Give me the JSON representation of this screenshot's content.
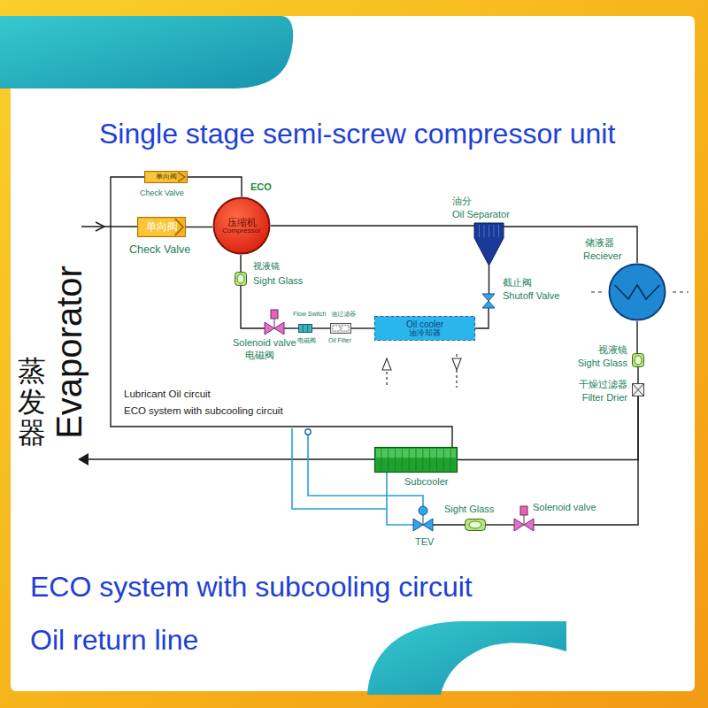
{
  "diagram": {
    "title": "Single stage semi-screw compressor unit",
    "nodes": [
      {
        "text": [
          "单向阀",
          "Check Valve"
        ]
      },
      {
        "text": [
          "单向阀",
          "Check Valve"
        ]
      },
      {
        "text": [
          "ECO",
          "压缩机",
          "Compressor"
        ]
      },
      {
        "text": [
          "视液镜",
          "Sight Glass"
        ]
      },
      {
        "text": [
          "Solenoid valve",
          "电磁阀"
        ]
      },
      {
        "text": [
          "Flow Switch",
          "电磁阀"
        ]
      },
      {
        "text": [
          "油过滤器",
          "Oil Filter"
        ]
      },
      {
        "text": [
          "Oil cooler",
          "油冷却器"
        ]
      },
      {
        "text": [
          "油分",
          "Oil Separator"
        ]
      },
      {
        "text": [
          "截止阀",
          "Shutoff Valve"
        ]
      },
      {
        "text": [
          "储液器",
          "Reciever"
        ]
      },
      {
        "text": [
          "视液镜",
          "Sight Glass"
        ]
      },
      {
        "text": [
          "干燥过滤器",
          "Filter Drier"
        ]
      },
      {
        "text": [
          "Subcooler"
        ]
      },
      {
        "text": [
          "TEV"
        ]
      },
      {
        "text": [
          "Sight Glass"
        ]
      },
      {
        "text": [
          "Solenoid valve"
        ]
      }
    ],
    "edges": [
      {
        "from": 13,
        "to": 0,
        "arrow": "none"
      },
      {
        "from": 0,
        "to": 2,
        "arrow": "none"
      },
      {
        "from": 1,
        "to": 2,
        "arrow": "none"
      },
      {
        "from": 2,
        "to": 8,
        "arrow": "none"
      },
      {
        "from": 8,
        "to": 10,
        "arrow": "none"
      },
      {
        "from": 8,
        "to": 9,
        "arrow": "none"
      },
      {
        "from": 9,
        "to": 7,
        "arrow": "none"
      },
      {
        "from": 7,
        "to": 6,
        "arrow": "none"
      },
      {
        "from": 6,
        "to": 5,
        "arrow": "none"
      },
      {
        "from": 5,
        "to": 4,
        "arrow": "none"
      },
      {
        "from": 4,
        "to": 3,
        "arrow": "none"
      },
      {
        "from": 3,
        "to": 2,
        "arrow": "none"
      },
      {
        "from": 10,
        "to": 11,
        "arrow": "none"
      },
      {
        "from": 11,
        "to": 12,
        "arrow": "none"
      },
      {
        "from": 12,
        "to": 13,
        "arrow": "none"
      },
      {
        "from": 12,
        "to": 16,
        "arrow": "none"
      },
      {
        "from": 16,
        "to": 15,
        "arrow": "none"
      },
      {
        "from": 15,
        "to": 14,
        "arrow": "none"
      },
      {
        "from": 14,
        "to": 13,
        "arrow": "none"
      }
    ],
    "labels": [
      "蒸发器",
      "Evaporator",
      "Lubricant Oil circuit",
      "ECO system with subcooling circuit",
      "ECO system with subcooling circuit",
      "Oil return line"
    ]
  }
}
